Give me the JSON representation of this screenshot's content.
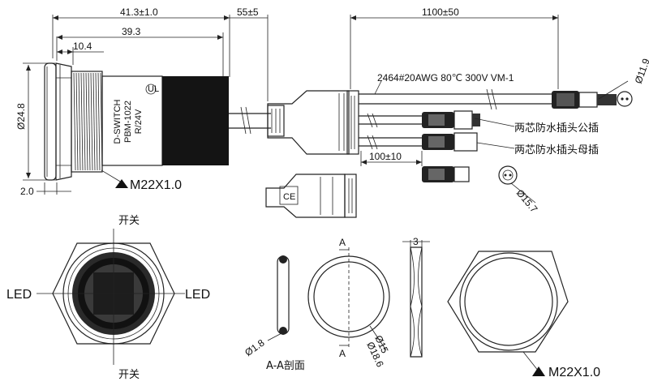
{
  "dimensions": {
    "overall_length": "41.3±1.0",
    "body_length": "39.3",
    "thread_start": "10.4",
    "cable_stub": "55±5",
    "cable_length": "1100±50",
    "head_diameter": "Ø24.8",
    "flange_thickness": "2.0",
    "thread": "M22X1.0",
    "connector_diameter": "Ø11.9",
    "split_length": "100±10",
    "nut_diameter": "Ø15.7",
    "oring_cross": "Ø1.8",
    "oring_inner": "Ø15",
    "oring_outer": "Ø18.6",
    "nut_thickness": "3",
    "thread_nut": "M22X1.0"
  },
  "labels": {
    "cable_spec": "2464#20AWG 80℃ 300V VM-1",
    "male_plug": "两芯防水插头公插",
    "female_plug": "两芯防水插头母插",
    "switch_top": "开关",
    "switch_bottom": "开关",
    "led_left": "LED",
    "led_right": "LED",
    "section_a_top": "A",
    "section_a_bottom": "A",
    "section_caption": "A-A剖面",
    "thread_prefix": "▲"
  },
  "body_print": {
    "brand": "D-SWITCH",
    "model": "PBM-1022",
    "voltage": "R/24V"
  }
}
